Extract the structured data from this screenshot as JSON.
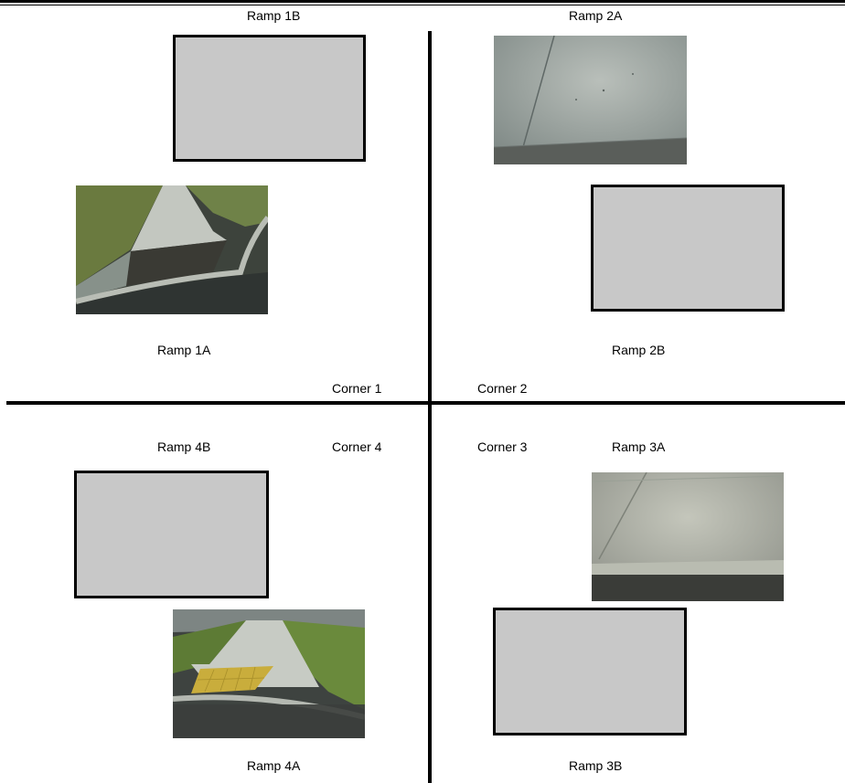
{
  "corners": {
    "corner_1": "Corner 1",
    "corner_2": "Corner 2",
    "corner_3": "Corner 3",
    "corner_4": "Corner 4"
  },
  "ramps": {
    "ramp_1a": "Ramp 1A",
    "ramp_1b": "Ramp 1B",
    "ramp_2a": "Ramp 2A",
    "ramp_2b": "Ramp 2B",
    "ramp_3a": "Ramp 3A",
    "ramp_3b": "Ramp 3B",
    "ramp_4a": "Ramp 4A",
    "ramp_4b": "Ramp 4B"
  },
  "colors": {
    "placeholder_fill": "#c8c8c8",
    "grid_lines": "#000000"
  }
}
